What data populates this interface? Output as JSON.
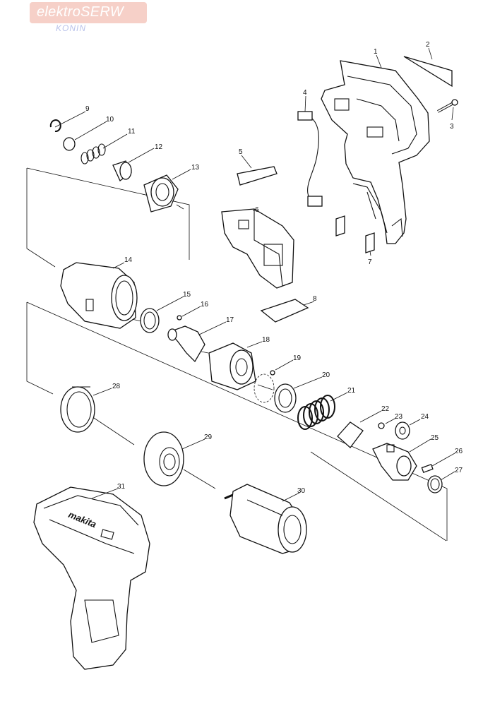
{
  "brand": {
    "name": "elektroSERW",
    "city": "KONIN"
  },
  "parts": [
    {
      "no": "1"
    },
    {
      "no": "2"
    },
    {
      "no": "3"
    },
    {
      "no": "4"
    },
    {
      "no": "5"
    },
    {
      "no": "6"
    },
    {
      "no": "7"
    },
    {
      "no": "8"
    },
    {
      "no": "9"
    },
    {
      "no": "10"
    },
    {
      "no": "11"
    },
    {
      "no": "12"
    },
    {
      "no": "13"
    },
    {
      "no": "14"
    },
    {
      "no": "15"
    },
    {
      "no": "16"
    },
    {
      "no": "17"
    },
    {
      "no": "18"
    },
    {
      "no": "19"
    },
    {
      "no": "20"
    },
    {
      "no": "21"
    },
    {
      "no": "22"
    },
    {
      "no": "23"
    },
    {
      "no": "24"
    },
    {
      "no": "25"
    },
    {
      "no": "26"
    },
    {
      "no": "27"
    },
    {
      "no": "28"
    },
    {
      "no": "29"
    },
    {
      "no": "30"
    },
    {
      "no": "31"
    }
  ],
  "housing_badge": "makita"
}
